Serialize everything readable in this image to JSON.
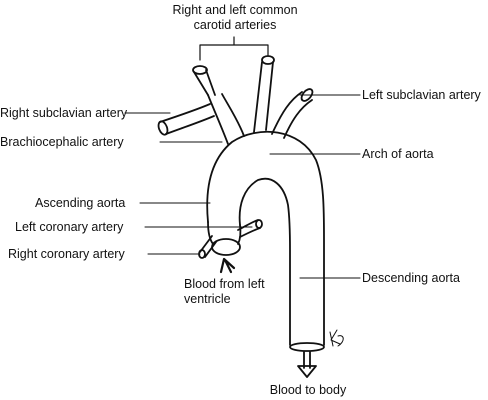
{
  "labels": {
    "carotid_line1": "Right and left common",
    "carotid_line2": "carotid arteries",
    "right_subclavian": "Right subclavian artery",
    "left_subclavian": "Left subclavian artery",
    "brachiocephalic": "Brachiocephalic artery",
    "arch": "Arch of aorta",
    "ascending": "Ascending aorta",
    "left_coronary": "Left coronary artery",
    "right_coronary": "Right coronary artery",
    "blood_from_line1": "Blood from left",
    "blood_from_line2": "ventricle",
    "descending": "Descending aorta",
    "blood_to_body": "Blood to body"
  },
  "signature": "KJ",
  "colors": {
    "line": "#111111",
    "background": "#ffffff"
  }
}
